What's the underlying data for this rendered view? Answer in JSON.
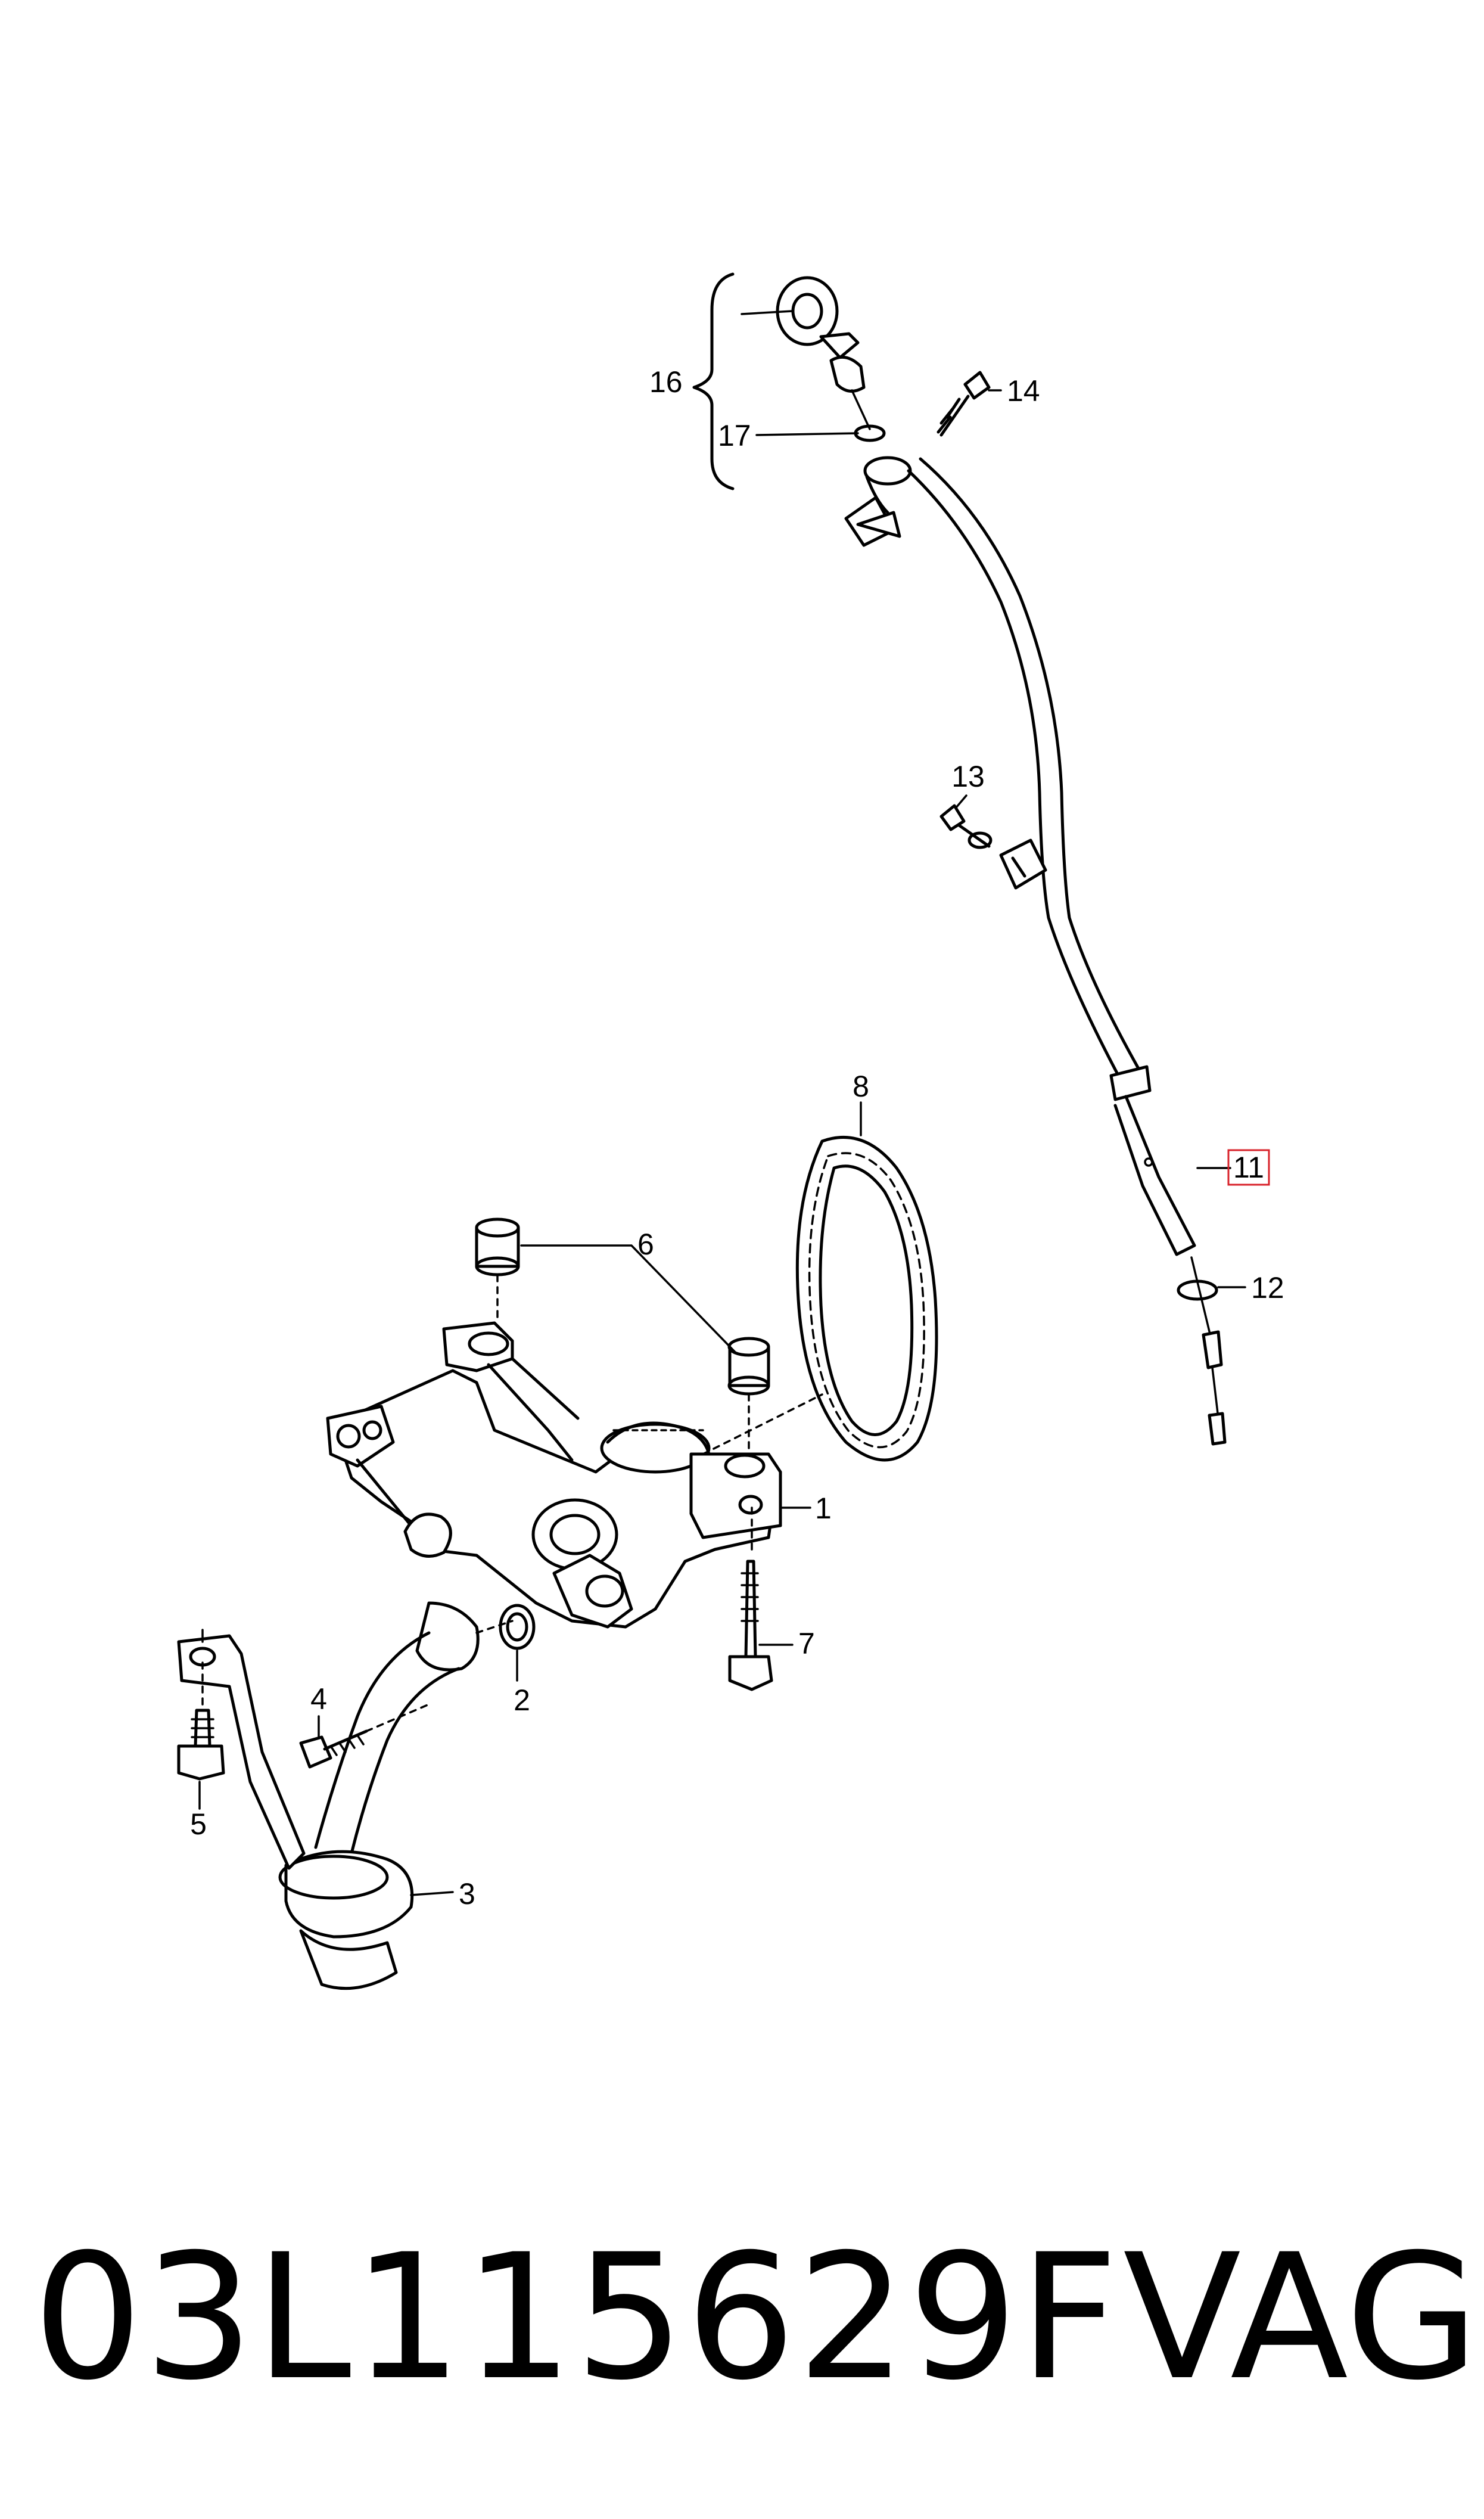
{
  "callouts": {
    "c1": "1",
    "c2": "2",
    "c3": "3",
    "c4": "4",
    "c5": "5",
    "c6": "6",
    "c7": "7",
    "c8": "8",
    "c11": "11",
    "c12": "12",
    "c13": "13",
    "c14": "14",
    "c16": "16",
    "c17": "17"
  },
  "highlighted_callout": "11",
  "colors": {
    "line": "#000000",
    "highlight": "#d8222a",
    "background": "#ffffff"
  },
  "footer": {
    "part_number": "03L115629F",
    "brand": "VAG"
  }
}
